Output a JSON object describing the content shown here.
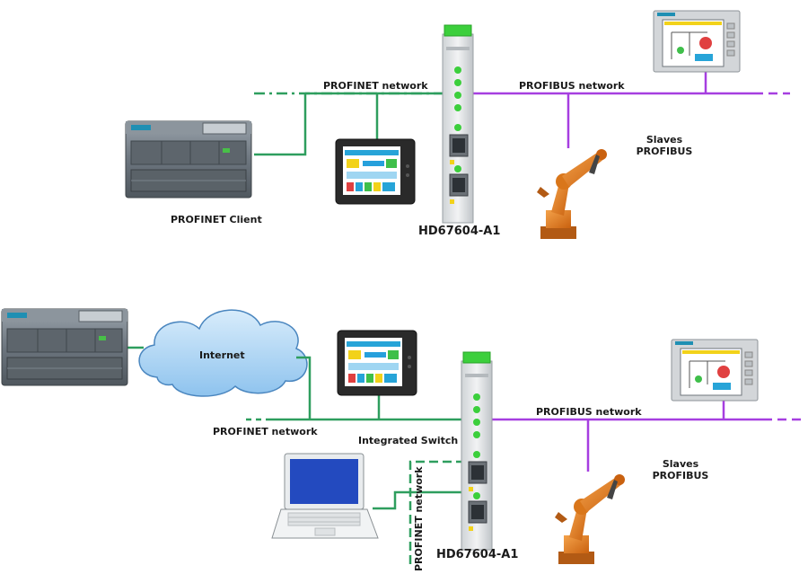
{
  "colors": {
    "profinet": "#2e9e5e",
    "profibus": "#a63ee0",
    "gateway_led": "#3ccf3c",
    "cloud_fill": "#a9d3f5",
    "robot": "#e07a1c"
  },
  "icons": {
    "plc": "plc-icon",
    "hmi_panel": "hmi-panel-icon",
    "gateway": "gateway-icon",
    "robot": "robot-arm-icon",
    "cloud": "cloud-icon",
    "laptop": "laptop-icon"
  },
  "top": {
    "profinet_network": "PROFINET network",
    "profibus_network": "PROFIBUS network",
    "slaves_line1": "Slaves",
    "slaves_line2": "PROFIBUS",
    "profinet_client": "PROFINET Client",
    "gateway_label": "HD67604-A1"
  },
  "bottom": {
    "internet": "Internet",
    "profinet_network": "PROFINET network",
    "integrated_switch": "Integrated Switch",
    "profibus_network": "PROFIBUS network",
    "slaves_line1": "Slaves",
    "slaves_line2": "PROFIBUS",
    "profinet_network_vertical": "PROFINET network",
    "gateway_label": "HD67604-A1"
  }
}
